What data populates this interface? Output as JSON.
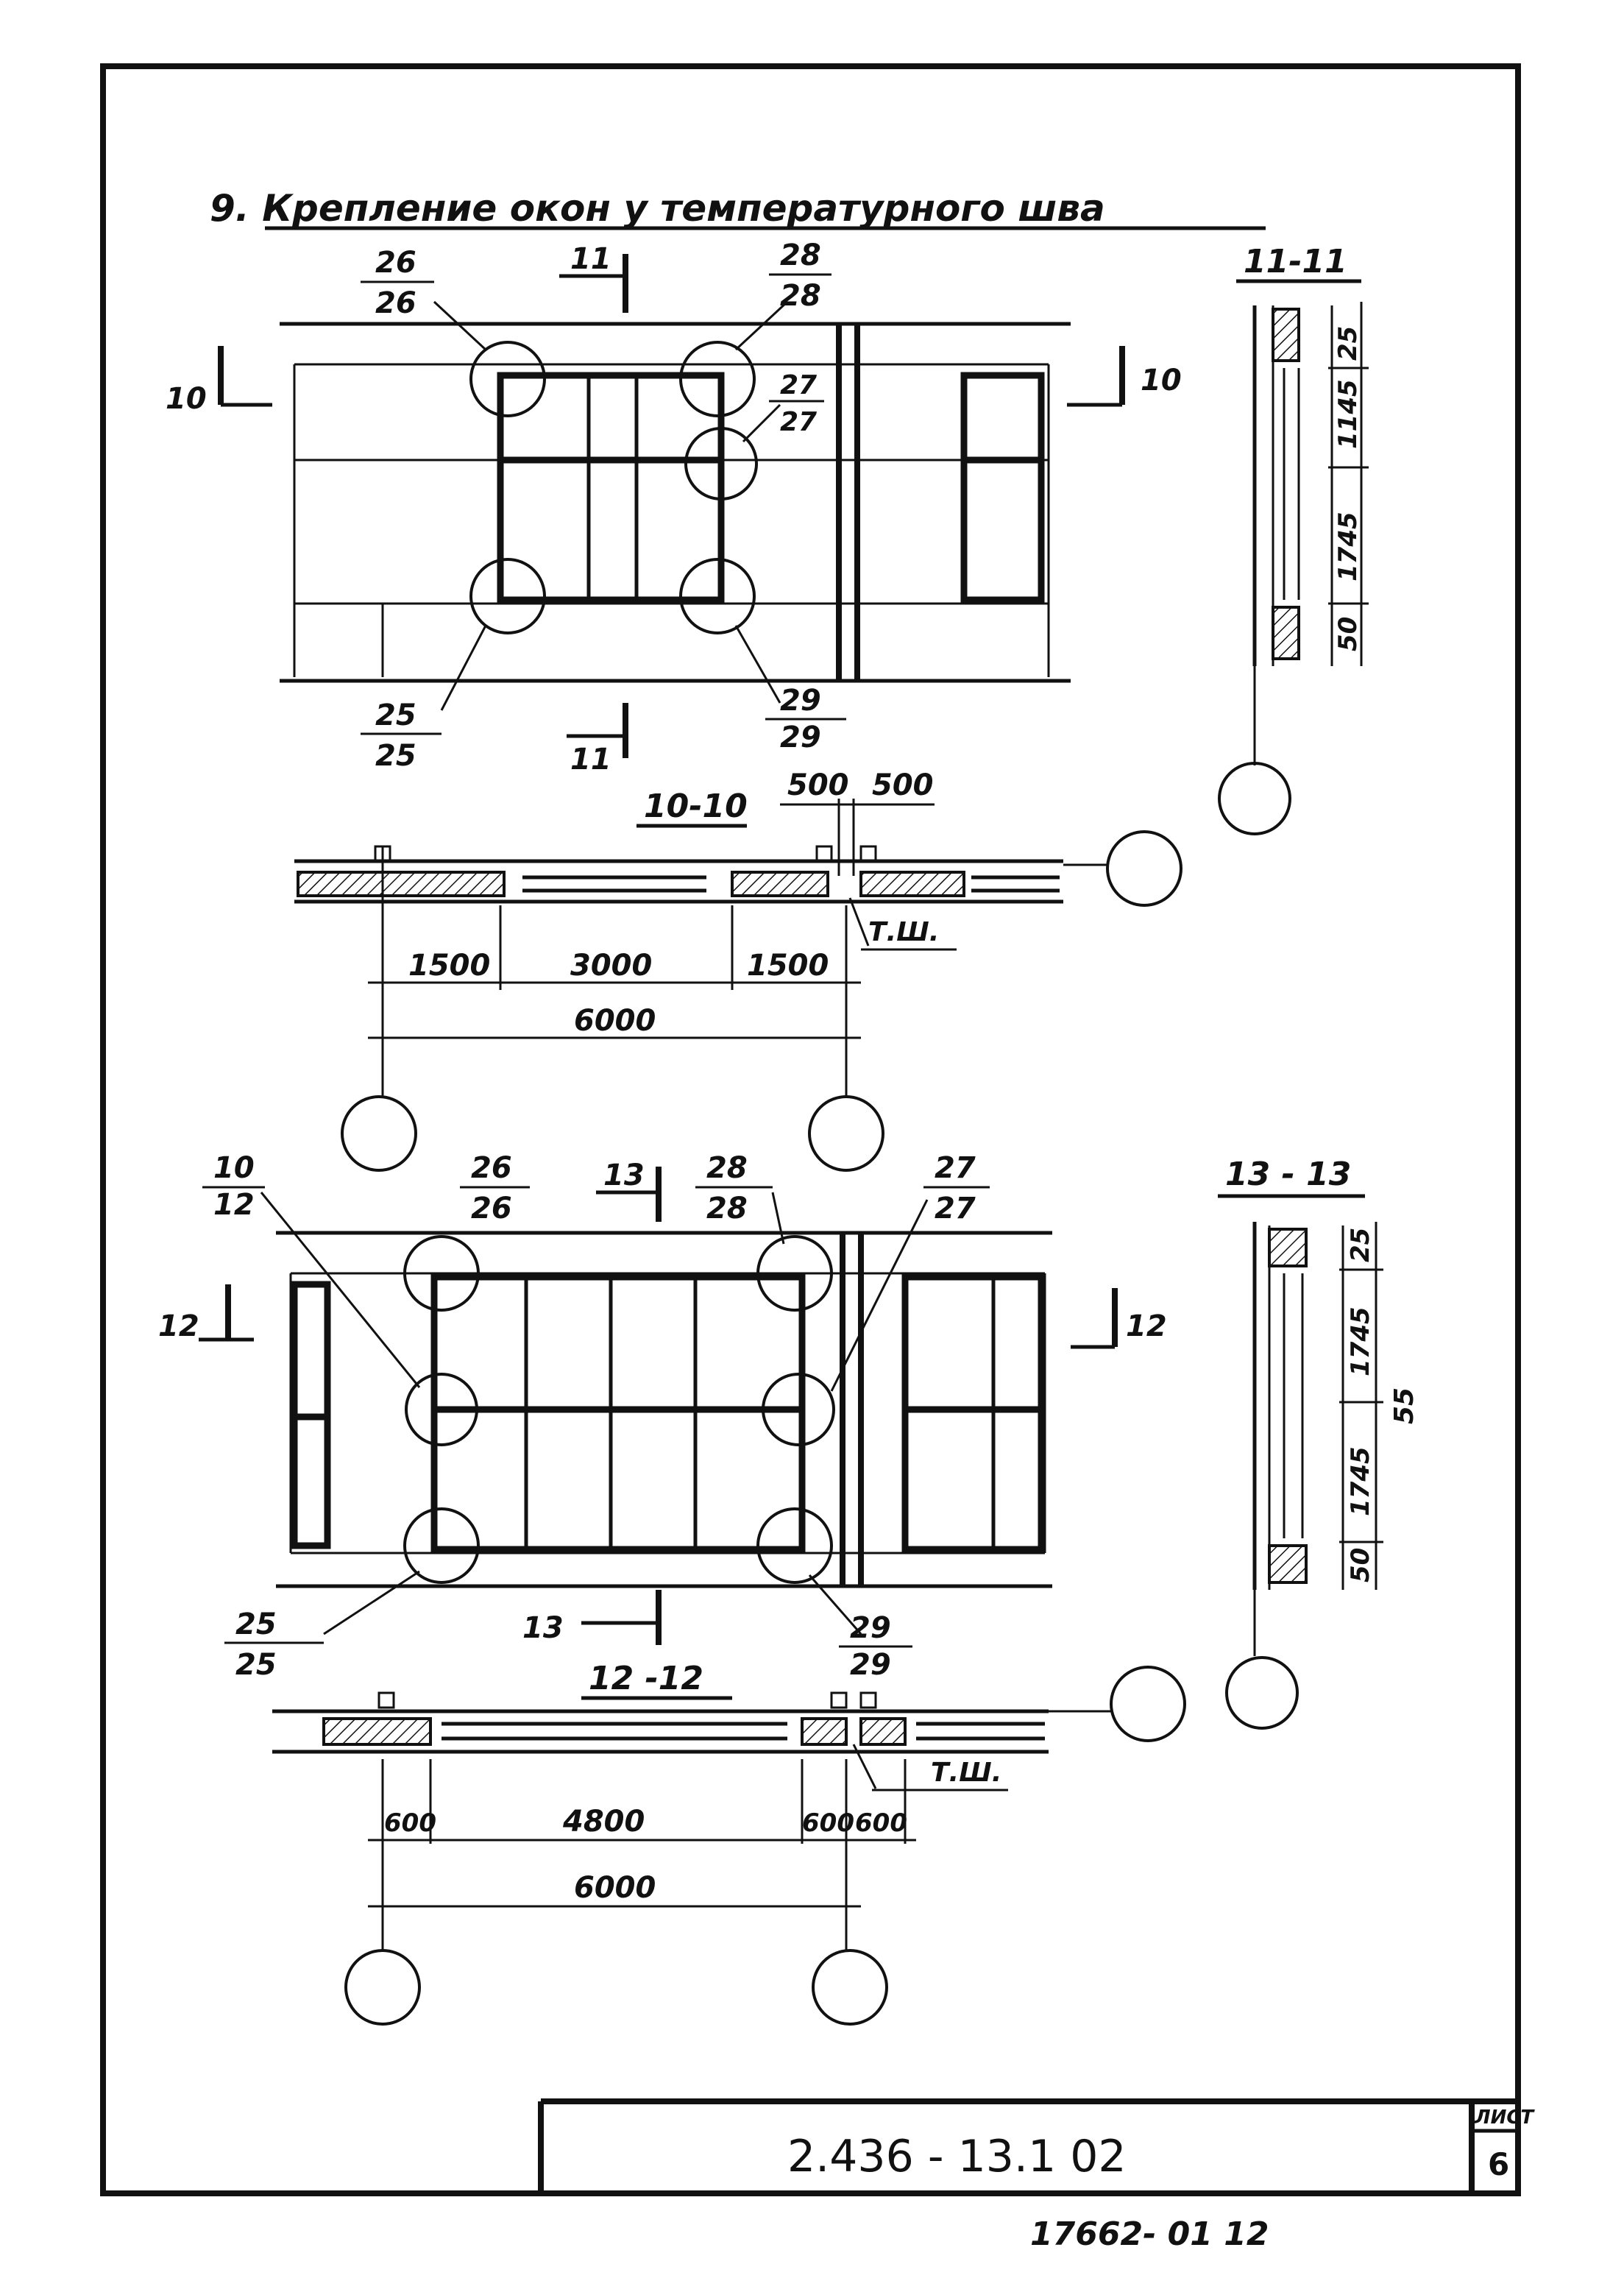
{
  "title": "9. Крепление окон у температурного шва",
  "plan_top": {
    "callouts": {
      "c26": [
        "26",
        "26"
      ],
      "c28": [
        "28",
        "28"
      ],
      "c27": [
        "27",
        "27"
      ],
      "c25": [
        "25",
        "25"
      ],
      "c29": [
        "29",
        "29"
      ]
    },
    "cut11_top": "11",
    "cut11_bottom": "11",
    "cut10_left": "10",
    "cut10_right": "10"
  },
  "section_11_11": {
    "title": "11-11",
    "dims": [
      "25",
      "1145",
      "1745",
      "50"
    ]
  },
  "section_10_10": {
    "title": "10-10",
    "top_dims": [
      "500",
      "500"
    ],
    "joint_label": "Т.Ш.",
    "dims": [
      "1500",
      "3000",
      "1500"
    ],
    "total": "6000"
  },
  "plan_bottom": {
    "callouts": {
      "c10_12": [
        "10",
        "12"
      ],
      "c26": [
        "26",
        "26"
      ],
      "c28": [
        "28",
        "28"
      ],
      "c27": [
        "27",
        "27"
      ],
      "c25": [
        "25",
        "25"
      ],
      "c29": [
        "29",
        "29"
      ]
    },
    "cut13_top": "13",
    "cut13_bottom": "13",
    "cut12_left": "12",
    "cut12_right": "12"
  },
  "section_13_13": {
    "title": "13 - 13",
    "dims": [
      "25",
      "1745",
      "1745",
      "50"
    ],
    "side_dim": "55"
  },
  "section_12_12": {
    "title": "12 -12",
    "joint_label": "Т.Ш.",
    "dims": [
      "600",
      "4800",
      "600",
      "600"
    ],
    "total": "6000"
  },
  "title_block": {
    "code": "2.436 - 13.1  02",
    "sheet_label": "ЛИСТ",
    "sheet_number": "6"
  },
  "footer_number": "17662- 01  12"
}
